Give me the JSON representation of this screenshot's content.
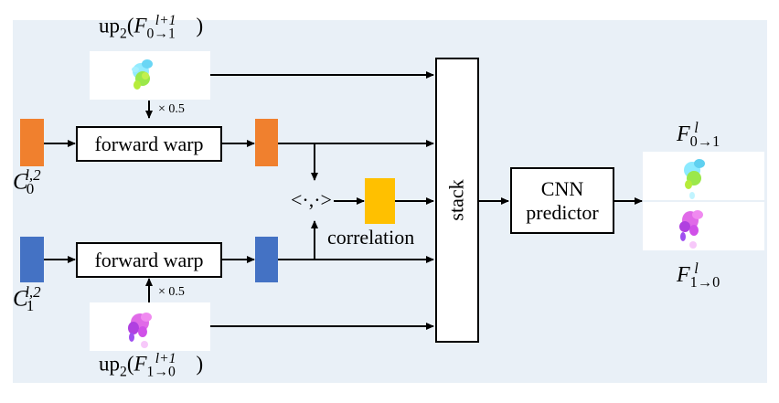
{
  "diagram": {
    "inputs": {
      "c0": {
        "base": "C",
        "sub": "0",
        "sup": "l,2",
        "color": "#f0802e"
      },
      "c1": {
        "base": "C",
        "sub": "1",
        "sup": "l,2",
        "color": "#4472c4"
      }
    },
    "flows": {
      "top": {
        "prefix": "up",
        "prefix_sub": "2",
        "base": "F",
        "sub": "0→1",
        "sup": "l+1"
      },
      "bottom": {
        "prefix": "up",
        "prefix_sub": "2",
        "base": "F",
        "sub": "1→0",
        "sup": "l+1"
      }
    },
    "scale_labels": {
      "top": "× 0.5",
      "bottom": "× 0.5"
    },
    "blocks": {
      "warp_top": "forward warp",
      "warp_bottom": "forward warp",
      "correlation_op": "<·,·>",
      "correlation_label": "correlation",
      "stack": "stack",
      "cnn_line1": "CNN",
      "cnn_line2": "predictor"
    },
    "outputs": {
      "f01": {
        "base": "F",
        "sub": "0→1",
        "sup": "l"
      },
      "f10": {
        "base": "F",
        "sub": "1→0",
        "sup": "l"
      }
    },
    "colors": {
      "background_panel": "#e9f0f7",
      "feature_orange": "#f0802e",
      "feature_blue": "#4472c4",
      "correlation_yellow": "#ffc000",
      "flow_green": "#7be04a",
      "flow_magenta": "#d24ae0"
    }
  }
}
